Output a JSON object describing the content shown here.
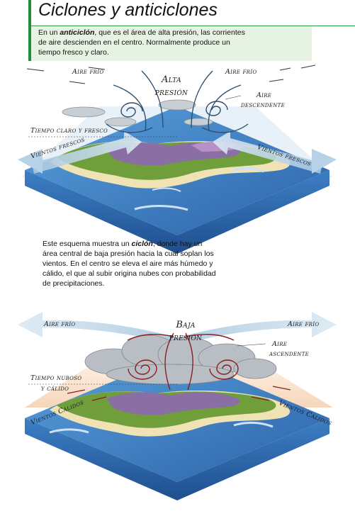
{
  "title": "Ciclones y anticiclones",
  "intro": {
    "pre": "En un ",
    "term": "anticiclón",
    "post": ", que es el área de alta presión, las corrientes de aire descienden en el centro. Normalmente produce un tiempo fresco y claro."
  },
  "middle": {
    "pre": "Este esquema muestra un ",
    "term": "ciclón",
    "post": ", donde hay un área central de baja presión hacia la cual soplan los vientos. En el centro se eleva el aire más húmedo y cálido, el que al subir origina nubes con probabilidad de precipitaciones."
  },
  "top_diagram": {
    "center_label_1": "Alta",
    "center_label_2": "presión",
    "left_wind": "Aire frío",
    "right_wind": "Aire frío",
    "air_motion_1": "Aire",
    "air_motion_2": "descendente",
    "weather": "Tiempo claro y fresco",
    "left_arrow": "Vientos frescos",
    "right_arrow": "Vientos frescos"
  },
  "bottom_diagram": {
    "center_label_1": "Baja",
    "center_label_2": "presión",
    "left_arrow": "Aire frío",
    "right_arrow": "Aire frío",
    "air_motion_1": "Aire",
    "air_motion_2": "ascendente",
    "weather_1": "Tiempo nuboso",
    "weather_2": "y cálido",
    "left_wind": "Vientos Cálidos",
    "right_wind": "Vientos Cálidos"
  },
  "colors": {
    "accent_green": "#1f8f3a",
    "intro_bg": "#e6f3e3",
    "ocean": "#3a78c2",
    "cold_arrow": "#b7d2e6",
    "warm_arrow": "#f2c9a8",
    "spiral_cold": "#2e4e6e",
    "spiral_warm": "#8a1f1f"
  }
}
